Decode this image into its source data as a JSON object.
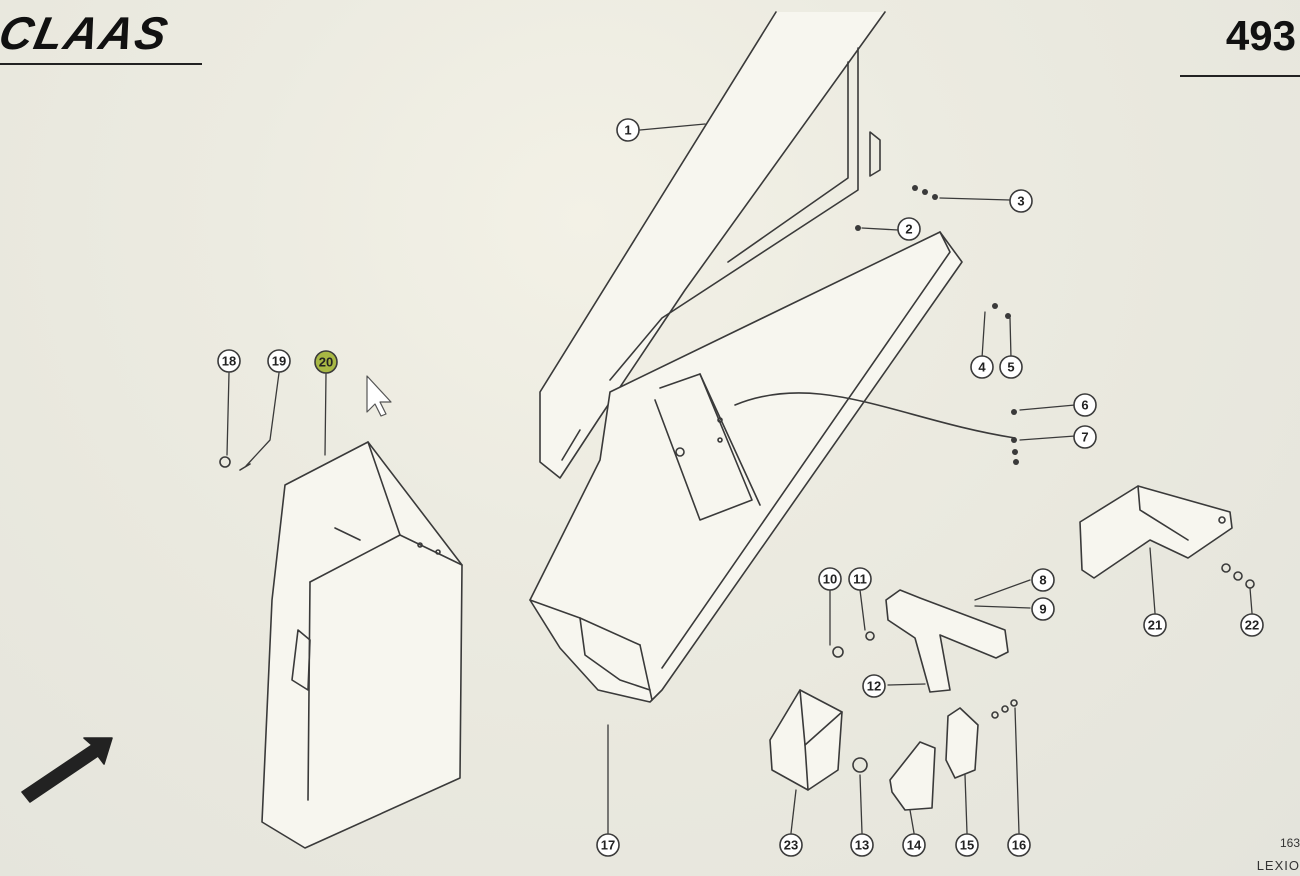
{
  "header": {
    "brand": "CLAAS",
    "page_number": "493"
  },
  "footer": {
    "code": "163",
    "text": "LEXIO"
  },
  "colors": {
    "line": "#3a3a3a",
    "highlight": "#a8b844"
  },
  "callouts": [
    {
      "label": "1"
    },
    {
      "label": "2"
    },
    {
      "label": "3"
    },
    {
      "label": "4"
    },
    {
      "label": "5"
    },
    {
      "label": "6"
    },
    {
      "label": "7"
    },
    {
      "label": "8"
    },
    {
      "label": "9"
    },
    {
      "label": "10"
    },
    {
      "label": "11"
    },
    {
      "label": "12"
    },
    {
      "label": "13"
    },
    {
      "label": "14"
    },
    {
      "label": "15"
    },
    {
      "label": "16"
    },
    {
      "label": "17"
    },
    {
      "label": "18"
    },
    {
      "label": "19"
    },
    {
      "label": "20",
      "highlighted": true
    },
    {
      "label": "21"
    },
    {
      "label": "22"
    },
    {
      "label": "23"
    }
  ]
}
